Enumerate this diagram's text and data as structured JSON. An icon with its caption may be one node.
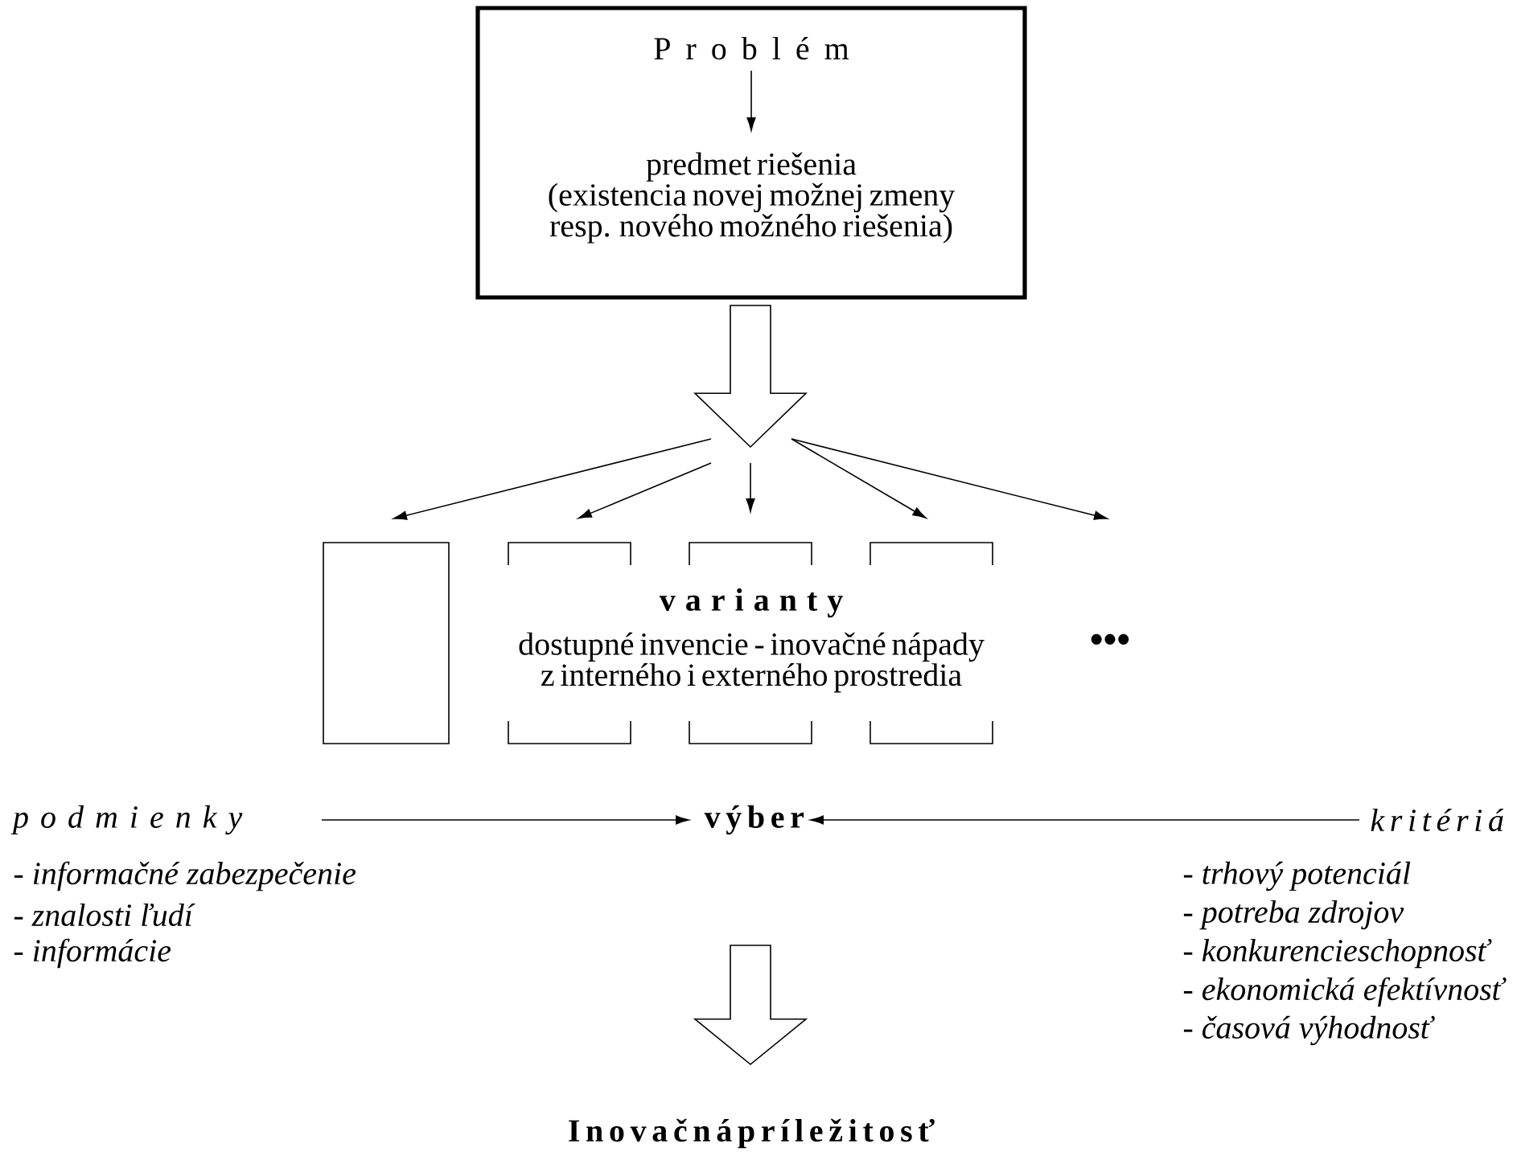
{
  "diagram": {
    "nodes": [
      {
        "text": [],
        "shape": "box"
      },
      {
        "text": [
          "P r o b l é m"
        ],
        "in": 0
      },
      {
        "text": [
          "predmet riešenia",
          "(existencia novej možnej zmeny resp. nového možného riešenia)"
        ],
        "in": 0
      },
      {
        "text": [],
        "shape": "arrow"
      },
      {
        "text": [],
        "shape": "box"
      },
      {
        "text": [],
        "shape": "bracket"
      },
      {
        "text": [],
        "shape": "bracket"
      },
      {
        "text": [],
        "shape": "bracket"
      },
      {
        "text": [
          "p o d m i e n k y"
        ],
        "beside": [
          "- informačné zabezpečenie",
          "- znalosti ľudí",
          "- informácie"
        ]
      },
      {
        "text": [
          "v ý b e r"
        ]
      },
      {
        "text": [
          "k r i t é r i á"
        ],
        "beside": [
          "- trhový potenciál",
          "- potreba zdrojov",
          "- konkurencieschopnosť",
          "- ekonomická efektívnosť",
          "- časová výhodnosť"
        ]
      },
      {
        "text": [],
        "shape": "arrow"
      },
      {
        "text": [
          "I n o v a č n á  p r í l e ž i t o s ť"
        ]
      }
    ],
    "edges": [
      {
        "from": 1,
        "to": 2,
        "arrow": "to"
      },
      {
        "from": 3,
        "to": 4,
        "arrow": "to"
      },
      {
        "from": 3,
        "to": 5,
        "arrow": "to"
      },
      {
        "from": 3,
        "to": 6,
        "arrow": "to"
      },
      {
        "from": 3,
        "to": 7,
        "arrow": "to"
      },
      {
        "from": 3,
        "to": null,
        "arrow": "to"
      },
      {
        "from": 8,
        "to": 9,
        "arrow": "to"
      },
      {
        "from": 10,
        "to": 9,
        "arrow": "to"
      }
    ],
    "labels": [
      "v a r i a n t y",
      "dostupné invencie - inovačné nápady z interného i externého prostredia",
      "•••"
    ]
  }
}
